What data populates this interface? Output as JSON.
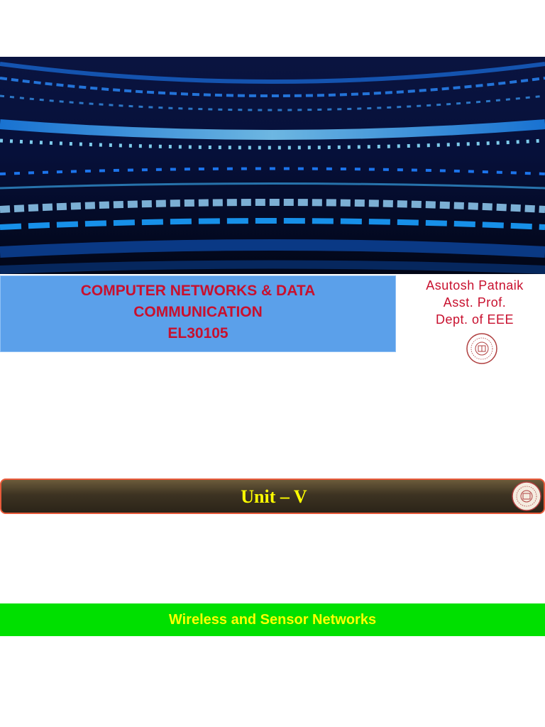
{
  "course": {
    "title_line1": "COMPUTER NETWORKS & DATA",
    "title_line2": "COMMUNICATION",
    "code": "EL30105"
  },
  "author": {
    "name": "Asutosh Patnaik",
    "designation": "Asst. Prof.",
    "department": "Dept. of EEE"
  },
  "unit": {
    "title": "Unit – V"
  },
  "topic": {
    "title": "Wireless and Sensor Networks"
  },
  "colors": {
    "title_red": "#c8102e",
    "course_box_blue": "#5ba0ea",
    "unit_text_yellow": "#ffff00",
    "topic_green": "#00e000"
  }
}
